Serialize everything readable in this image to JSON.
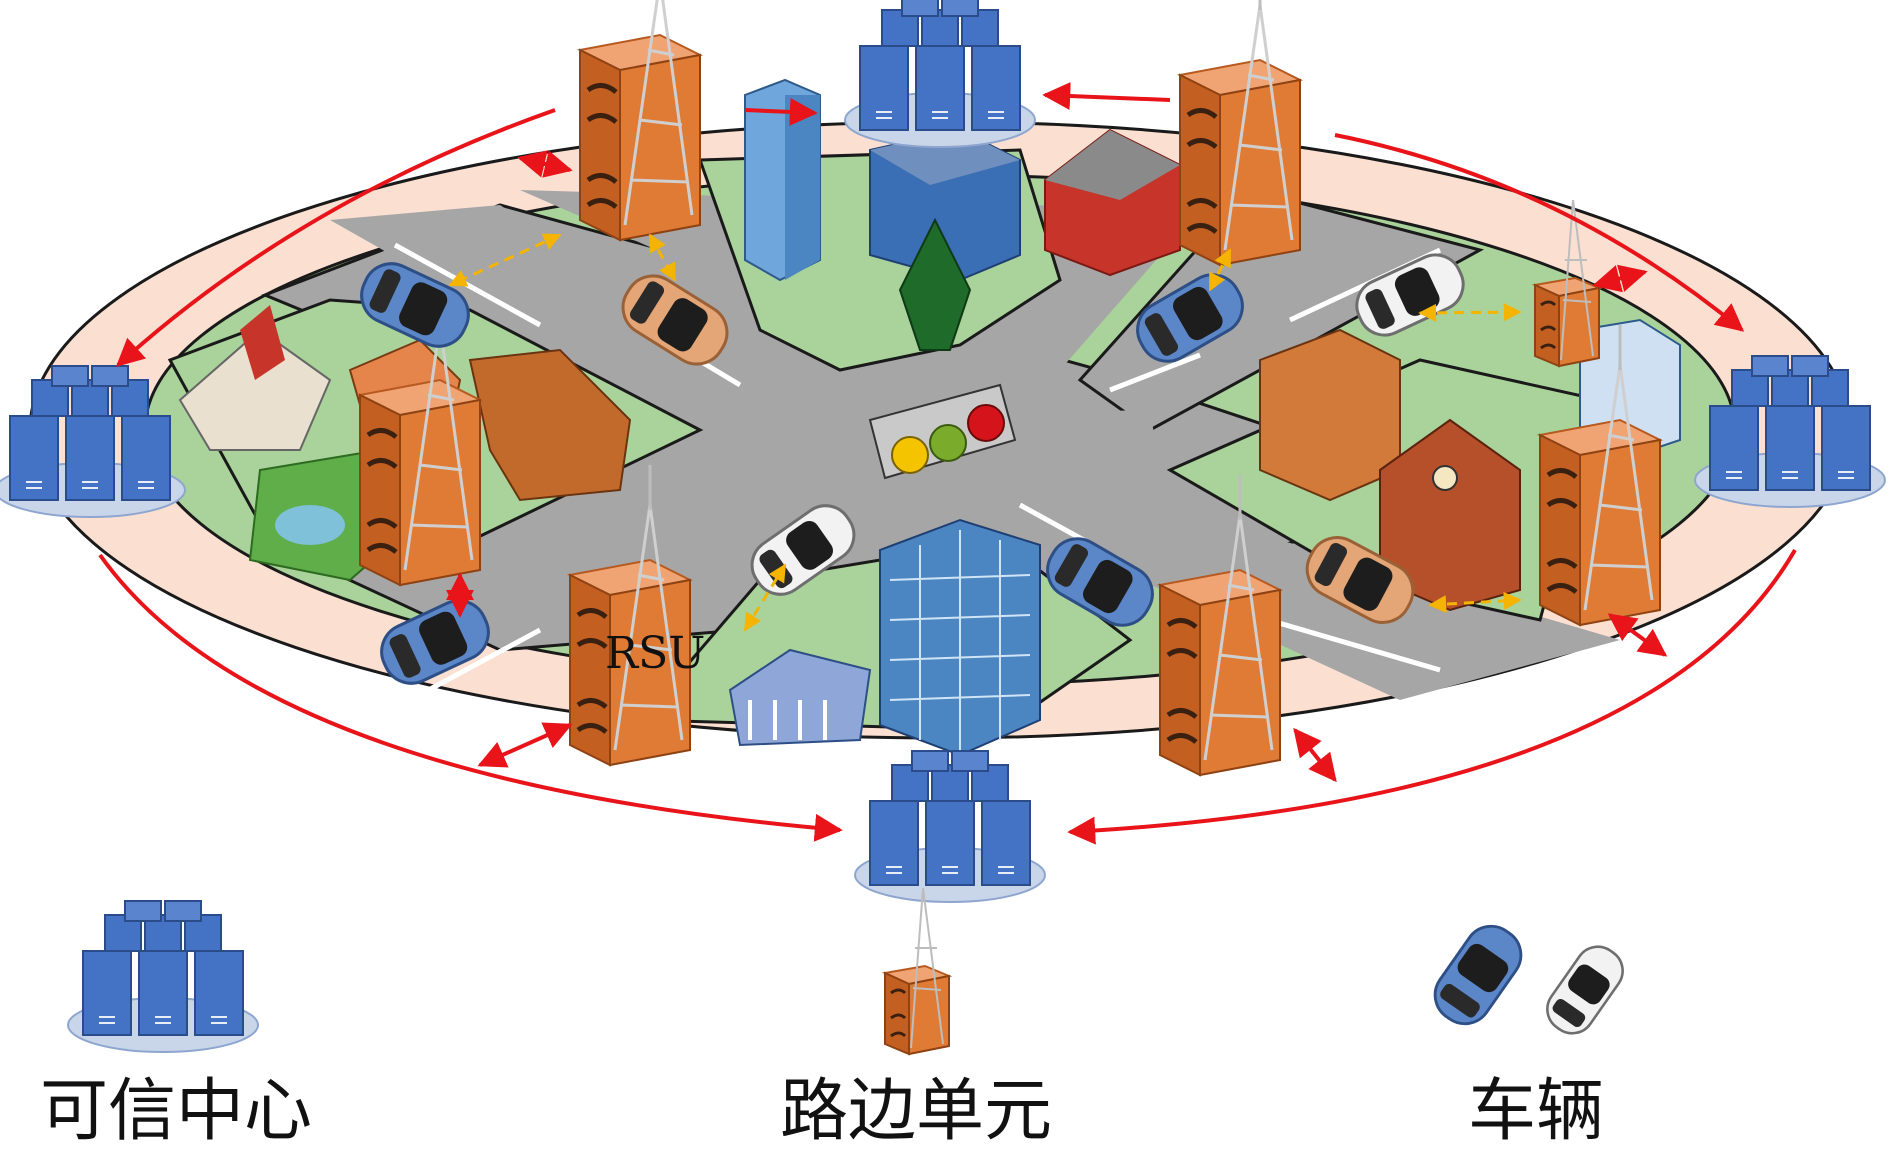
{
  "diagram": {
    "rsu_label": "RSU"
  },
  "legend": {
    "trusted_center": "可信中心",
    "roadside_unit": "路边单元",
    "vehicle": "车辆"
  },
  "colors": {
    "outer_ring": "#fbe0d2",
    "inner_ground": "#a9d39a",
    "road": "#a6a6a6",
    "server_blue": "#4472c4",
    "rsu_orange": "#d9732c",
    "wired_arrow": "#e8141a",
    "wireless_arrow": "#f5b400"
  },
  "icons": {
    "trusted_center": "server-cluster-icon",
    "roadside_unit": "rsu-tower-icon",
    "vehicle": "car-icon",
    "traffic_light": "traffic-light-icon"
  }
}
